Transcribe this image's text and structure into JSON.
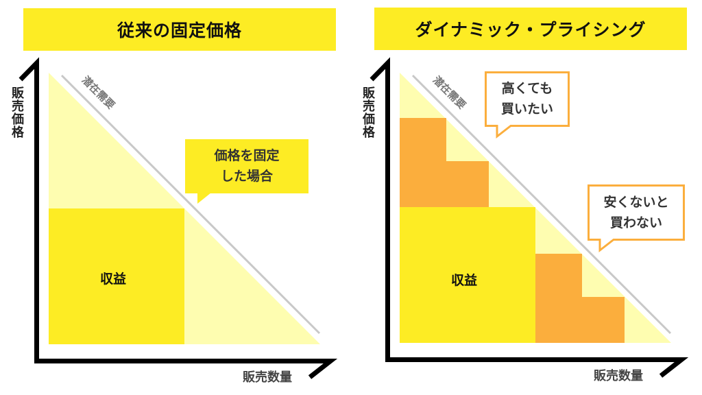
{
  "colors": {
    "title_bg": "#fdec24",
    "revenue_yellow": "#fdec24",
    "demand_light": "#fefdb0",
    "dynamic_orange": "#fbae3d",
    "demand_line": "#c8c8c8",
    "axis": "#000000"
  },
  "left_panel": {
    "title": "従来の固定価格",
    "y_axis_label": "販売価格",
    "x_axis_label": "販売数量",
    "demand_label": "潜在需要",
    "revenue_label": "収益",
    "callout": {
      "line1": "価格を固定",
      "line2": "した場合"
    }
  },
  "right_panel": {
    "title": "ダイナミック・プライシング",
    "y_axis_label": "販売価格",
    "x_axis_label": "販売数量",
    "demand_label": "潜在需要",
    "revenue_label": "収益",
    "callout_high": {
      "line1": "高くても",
      "line2": "買いたい"
    },
    "callout_low": {
      "line1": "安くないと",
      "line2": "買わない"
    }
  }
}
